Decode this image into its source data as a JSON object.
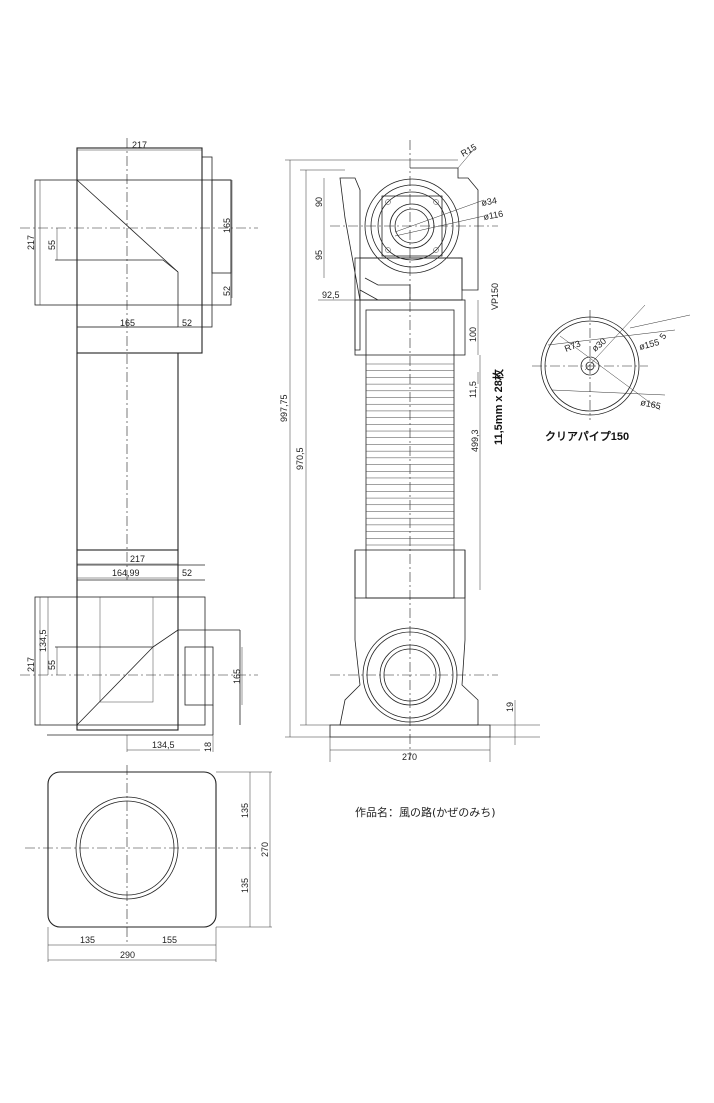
{
  "title_block": {
    "label": "作品名：風の路(かぜのみち)"
  },
  "pipe_label": "クリアパイプ150",
  "fin_note": "11,5mm x 28枚",
  "vp_label": "VP150",
  "front_view": {
    "dims": {
      "top_width": "217",
      "left_height": "217",
      "inner_55": "55",
      "right_165": "165",
      "right_52": "52",
      "bottom_165": "165",
      "bottom_52": "52"
    }
  },
  "bottom_elbow": {
    "dims": {
      "top_217": "217",
      "w_164": "164,99",
      "w_52": "52",
      "left_217": "217",
      "h_134": "134,5",
      "h_55": "55",
      "right_165": "165",
      "bottom_134": "134,5",
      "bottom_18": "18"
    }
  },
  "base_plan": {
    "dims": {
      "r135a": "135",
      "r135b": "135",
      "r270": "270",
      "b135": "135",
      "b155": "155",
      "b290": "290"
    }
  },
  "side_view": {
    "dims": {
      "r15": "R15",
      "d34": "ø34",
      "d116": "ø116",
      "h90": "90",
      "h95": "95",
      "w92": "92,5",
      "h100": "100",
      "h11": "11,5",
      "h499": "499,3",
      "total_997": "997,75",
      "total_970": "970,5",
      "base_270": "270",
      "base_19": "19"
    }
  },
  "pipe_section": {
    "dims": {
      "r73": "R73",
      "d30": "ø30",
      "d155": "ø155",
      "d165": "ø165",
      "r5": "5"
    }
  }
}
